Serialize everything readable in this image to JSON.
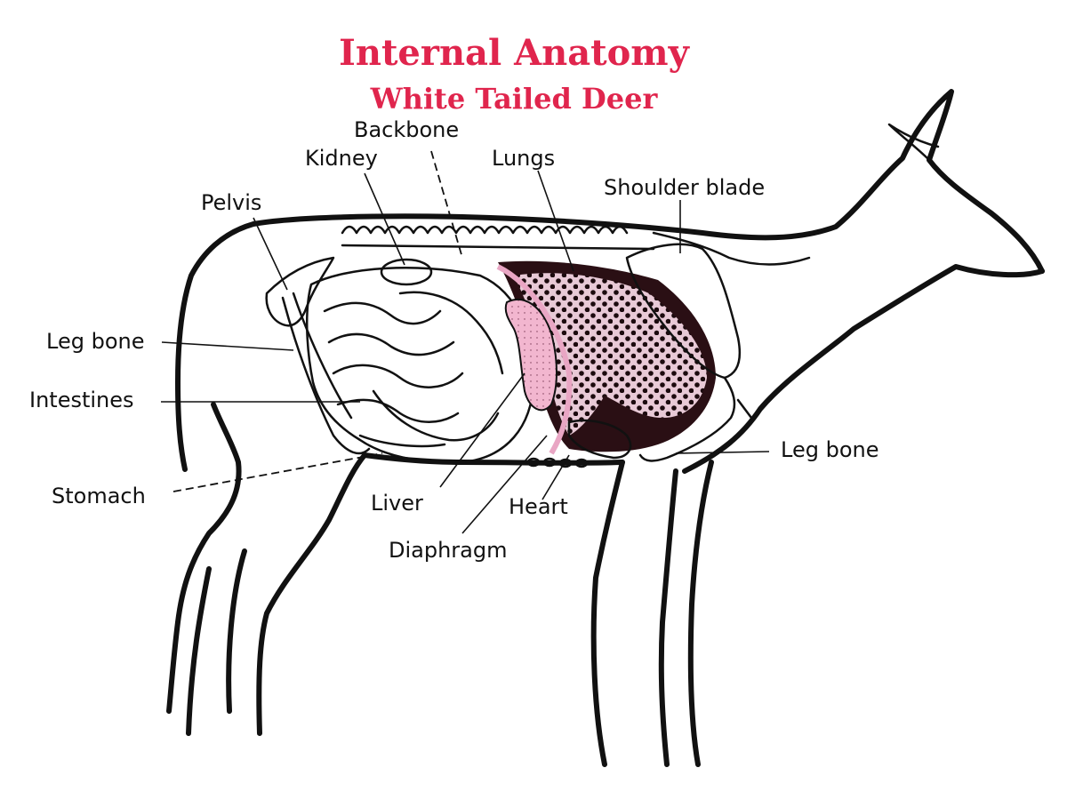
{
  "title": "Internal Anatomy",
  "subtitle": "White Tailed Deer",
  "colors": {
    "title": "#e0254d",
    "liver": "#f2b6cf",
    "diaphragm": "#e9a6c4",
    "lungs": "#e8c9d6",
    "dark_cavity": "#2a0f14",
    "outline": "#111111"
  },
  "labels": {
    "backbone": "Backbone",
    "kidney": "Kidney",
    "lungs": "Lungs",
    "shoulder_blade": "Shoulder blade",
    "pelvis": "Pelvis",
    "leg_bone_rear": "Leg bone",
    "intestines": "Intestines",
    "stomach": "Stomach",
    "liver": "Liver",
    "heart": "Heart",
    "diaphragm": "Diaphragm",
    "leg_bone_front": "Leg bone"
  }
}
